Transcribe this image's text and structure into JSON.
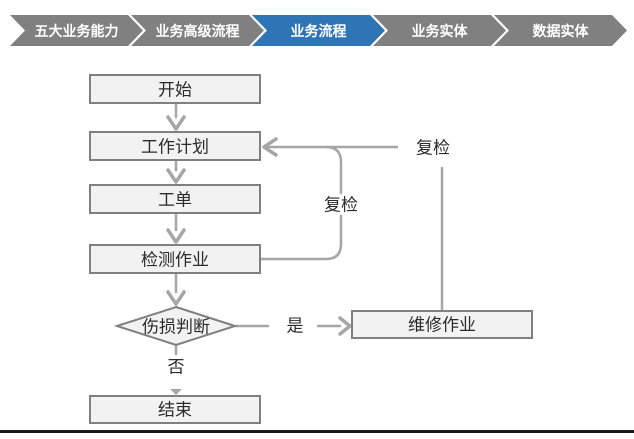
{
  "breadcrumb": {
    "items": [
      {
        "label": "五大业务能力",
        "active": false
      },
      {
        "label": "业务高级流程",
        "active": false
      },
      {
        "label": "业务流程",
        "active": true
      },
      {
        "label": "业务实体",
        "active": false
      },
      {
        "label": "数据实体",
        "active": false
      }
    ]
  },
  "flowchart": {
    "nodes": {
      "start": "开始",
      "work_plan": "工作计划",
      "work_order": "工单",
      "inspection": "检测作业",
      "damage_decision": "伤损判断",
      "repair": "维修作业",
      "end": "结束"
    },
    "labels": {
      "recheck_inner": "复检",
      "recheck_outer": "复检",
      "yes": "是",
      "no": "否"
    }
  },
  "colors": {
    "accent": "#2E75B6",
    "chevron-gray": "#808080",
    "node-fill": "#F2F2F2",
    "node-border": "#808080",
    "connector": "#A6A6A6",
    "node-text": "#2B2B2B",
    "rule": "#1A1A1A"
  }
}
